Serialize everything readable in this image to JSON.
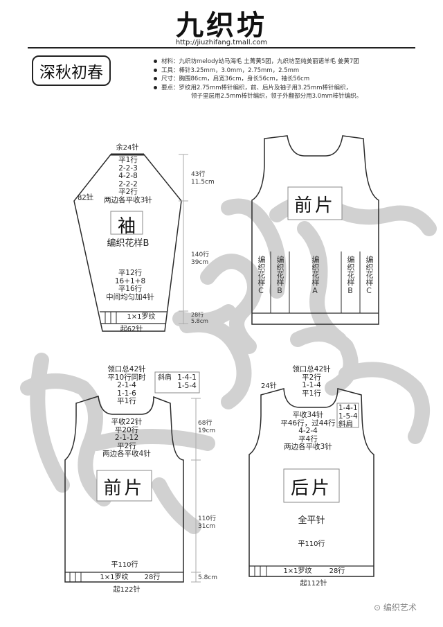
{
  "header": {
    "brand": "九织坊",
    "url": "http://jiuzhifang.tmall.com",
    "title": "深秋初春"
  },
  "specs": [
    {
      "label": "材料：",
      "text": "九织坊melody幼马海毛  土菁黄5团，九织坊至纯美丽诺羊毛  姜黄7团"
    },
    {
      "label": "工具：",
      "text": "棒针3.25mm，3.0mm，2.75mm，2.5mm"
    },
    {
      "label": "尺寸：",
      "text": "胸围86cm，肩宽36cm，身长56cm，袖长56cm"
    },
    {
      "label": "要点：",
      "text": "罗纹用2.75mm棒针编织，前、后片及袖子用3.25mm棒针编织，",
      "continuation": "领子里层用2.5mm棒针编织，领子外翻部分用3.0mm棒针编织。"
    }
  ],
  "sleeve": {
    "top": "余24针",
    "cap_steps": [
      "平1行",
      "2-2-3",
      "4-2-8",
      "2-2-2",
      "平2行",
      "两边各平收3针"
    ],
    "side_width": "82针",
    "label": "袖",
    "pattern": "编织花样B",
    "increase_steps": [
      "平12行",
      "16+1+8",
      "平16行",
      "中间均匀加4针"
    ],
    "rib": "1×1罗纹",
    "cast_on": "起62针",
    "dims": [
      {
        "rows": "43行",
        "cm": "11.5cm"
      },
      {
        "rows": "140行",
        "cm": "39cm"
      },
      {
        "rows": "28行",
        "cm": "5.8cm"
      }
    ]
  },
  "front_overview": {
    "label": "前片",
    "columns": [
      {
        "text": "编织花样",
        "letter": "C"
      },
      {
        "text": "编织花样",
        "letter": "B"
      },
      {
        "text": "编织花样",
        "letter": "A"
      },
      {
        "text": "编织花样",
        "letter": "B"
      },
      {
        "text": "编织花样",
        "letter": "C"
      }
    ]
  },
  "front": {
    "neck_steps": [
      "领口总42针",
      "平10行同时",
      "2-1-4",
      "1-1-6",
      "平1行"
    ],
    "shoulder_label": "斜肩",
    "shoulder_steps": [
      "1-4-1",
      "1-5-4"
    ],
    "armhole_steps": [
      "平收22针",
      "平20行",
      "2-1-12",
      "平2行",
      "两边各平收4针"
    ],
    "label": "前片",
    "body": "平110行",
    "rib": "1×1罗纹",
    "rib_rows": "28行",
    "cast_on": "起122针",
    "dims": [
      {
        "rows": "68行",
        "cm": "19cm"
      },
      {
        "rows": "110行",
        "cm": "31cm"
      },
      {
        "rows": "",
        "cm": "5.8cm"
      }
    ]
  },
  "back": {
    "shoulder_width": "24针",
    "neck_steps": [
      "领口总42针",
      "平2行",
      "1-1-4",
      "平1行"
    ],
    "shoulder_steps": [
      "1-4-1",
      "1-5-4"
    ],
    "shoulder_label": "斜肩",
    "armhole_steps": [
      "平收34针",
      "平46行，过44行",
      "4-2-4",
      "平4行",
      "两边各平收3针"
    ],
    "label": "后片",
    "stitch": "全平针",
    "body": "平110行",
    "rib": "1×1罗纹",
    "rib_rows": "28行",
    "cast_on": "起112针"
  },
  "watermark": {
    "text": "编织艺术"
  },
  "colors": {
    "line": "#2a2a2a",
    "dim_line": "#aaaaaa",
    "box": "#888888",
    "watermark_bg": "#c8c8c8"
  }
}
